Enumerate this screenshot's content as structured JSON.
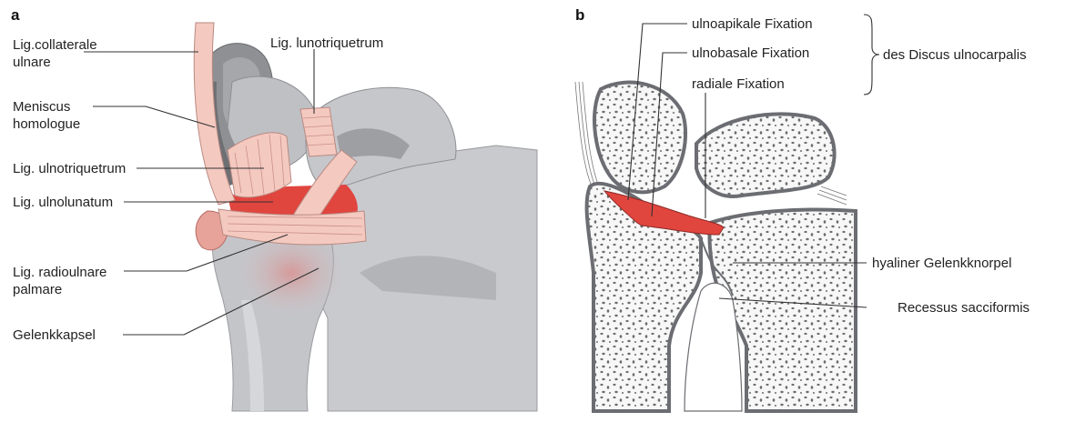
{
  "panel_a": {
    "letter": "a",
    "labels": {
      "lig_collaterale_line1": "Lig.collaterale",
      "lig_collaterale_line2": "ulnare",
      "meniscus_line1": "Meniscus",
      "meniscus_line2": "homologue",
      "lig_ulnotriquetrum": "Lig. ulnotriquetrum",
      "lig_ulnolunatum": "Lig. ulnolunatum",
      "lig_radioulnare_line1": "Lig. radioulnare",
      "lig_radioulnare_line2": "palmare",
      "gelenkkapsel": "Gelenkkapsel",
      "lig_lunotriquetrum": "Lig. lunotriquetrum"
    }
  },
  "panel_b": {
    "letter": "b",
    "labels": {
      "ulnoapikale": "ulnoapikale Fixation",
      "ulnobasale": "ulnobasale Fixation",
      "radiale": "radiale Fixation",
      "discus": "des Discus ulnocarpalis",
      "hyaliner": "hyaliner Gelenkknorpel",
      "recessus": "Recessus sacciformis"
    }
  },
  "colors": {
    "bone_gray": "#c9cace",
    "bone_dark": "#a9aaae",
    "ligament_pink": "#f4c9c0",
    "discus_red": "#e0453e",
    "cartilage_outline": "#6b6d72"
  }
}
